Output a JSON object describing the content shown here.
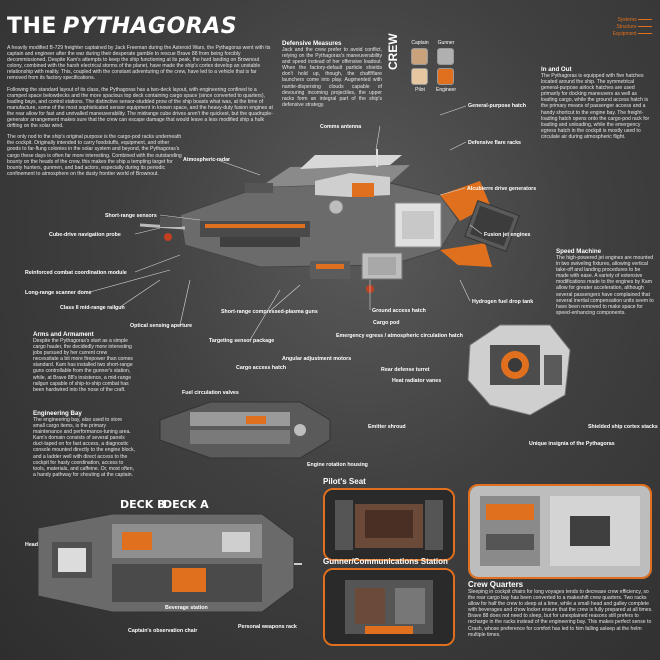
{
  "title": {
    "the": "THE",
    "name": "PYTHAGORAS"
  },
  "legend": {
    "items": [
      {
        "label": "Systems",
        "color": "#e0701d"
      },
      {
        "label": "Structure",
        "color": "#e0701d"
      },
      {
        "label": "Equipment",
        "color": "#e0701d"
      }
    ]
  },
  "intro": {
    "p1": "A heavily modified B-729 freighter captained by Jack Freeman during the Asteroid Wars, the Pythagoras went with its captain and engineer after the war during their desperate gamble to rescue Brave 88 from being forcibly decommissioned. Despite Kam's attempts to keep the ship functioning at its peak, the hard landing on Brownout colony, combined with the harsh electrical storms of the planet, have made the ship's cortex develop an unstable relationship with reality. This, coupled with the constant adventuring of the crew, have led to a vehicle that is far removed from its factory specifications.",
    "p2": "Following the standard layout of its class, the Pythagoras has a two-deck layout, with engineering confined to a cramped space belowdecks and the more spacious top deck containing cargo space (since converted to quarters), loading bays, and control stations. The distinctive sensor-studded prow of the ship boasts what was, at the time of manufacture, some of the most sophisticated sensor equipment in known space, and the heavy-duty fusion engines at the rear allow for fast and unrivalled maneuverability. The midrange cube drives aren't the quickest, but the quadruple-generator arrangement makes sure that the crew can escape damage that would leave a less modified ship a hulk drifting on the solar wind.",
    "p3": "The only nod to the ship's original purpose is the cargo-pod racks underneath the cockpit. Originally intended to carry foodstuffs, equipment, and other goods to far-flung colonies in the solar system and beyond, the Pythagoras's cargo these days is often far more interesting. Combined with the outstanding bounty on the heads of the crew, this makes the ship a tempting target for bounty hunters, gunmen, and bad actors, especially during its periodic confinement to atmosphere on the dusty frontier world of Brownout."
  },
  "defensive": {
    "heading": "Defensive Measures",
    "body": "Jack and the crew prefer to avoid conflict, relying on the Pythagoras's maneuverability and speed instead of her offensive loadout. When the factory-default particle shields don't hold up, though, the chaff/flare launchers come into play. Augmented with nanite-dispersing clouds capable of devouring incoming projectiles, the upper racks form an integral part of the ship's defensive strategy."
  },
  "crew": {
    "label": "CREW",
    "members": [
      {
        "role": "Captain",
        "icon": "captain-face-icon"
      },
      {
        "role": "Gunner",
        "icon": "gunner-face-icon"
      },
      {
        "role": "Pilot",
        "icon": "pilot-face-icon"
      },
      {
        "role": "Engineer",
        "icon": "engineer-face-icon"
      }
    ]
  },
  "in_out": {
    "heading": "In and Out",
    "body": "The Pythagoras is equipped with five hatches located around the ship. The symmetrical general-purpose airlock hatches are used primarily for docking maneuvers as well as loading cargo, while the ground access hatch is the primary means of passenger access and a handy shortcut to the engine bay. The freight-loading hatch opens onto the cargo-pod rack for loading and unloading, while the emergency egress hatch in the cockpit is mostly used to circulate air during atmospheric flight."
  },
  "speed": {
    "heading": "Speed Machine",
    "body": "The high-powered jet engines are mounted in two swiveling fixtures, allowing vertical take-off and landing procedures to be made with ease. A variety of extensive modifications made to the engines by Kam allow for greater acceleration, although several passengers have complained that several inertial compensation units seem to have been removed to make space for speed-enhancing components."
  },
  "arms": {
    "heading": "Arms and Armament",
    "body": "Despite the Pythagoras's start as a simple cargo hauler, the decidedly more interesting jobs pursued by her current crew necessitate a bit more firepower than comes standard. Kam has installed two short-range guns controllable from the gunner's station, while, at Brave 88's insistence, a mid-range railgun capable of ship-to-ship combat has been hardwired into the nose of the craft."
  },
  "engineering": {
    "heading": "Engineering Bay",
    "body": "The engineering bay, also used to store small cargo items, is the primary maintenance and performance-tuning area. Kam's domain consists of several panels duct-taped on for fast access, a diagnostic console mounted directly to the engine block, and a ladder well with direct access to the cockpit for hasty coordination, access to tools, materials, and caffeine. Or, most often, a handy pathway for shouting at the captain."
  },
  "callouts": {
    "comms_antenna": "Comms antenna",
    "general_hatch": "General-purpose hatch",
    "defensive_flare": "Defensive flare racks",
    "atmospheric_radar": "Atmospheric radar",
    "alcubierre": "Alcubierre drive generators",
    "short_range_sensors": "Short-range sensors",
    "cube_drive": "Cube-drive navigation probe",
    "fusion_jet": "Fusion jet engines",
    "reinforced_combat": "Reinforced combat coordination module",
    "long_range_scanner": "Long-range scanner dome",
    "class2_railgun": "Class II mid-range railgun",
    "hydrogen_tank": "Hydrogen fuel drop tank",
    "ground_access": "Ground access hatch",
    "compressed_plasma": "Short-range compressed-plasma guns",
    "cargo_pod": "Cargo pod",
    "optical_sensing": "Optical sensing aperture",
    "emergency_egress": "Emergency egress / atmospheric circulation hatch",
    "targeting_sensor": "Targeting sensor package",
    "angular_adjust": "Angular adjustment motors",
    "cargo_access": "Cargo access hatch",
    "rear_defense": "Rear defense turret",
    "fuel_circulation": "Fuel circulation valves",
    "heat_radiator": "Heat radiator vanes",
    "emitter_shroud": "Emitter shroud",
    "shielded_ship_cortex": "Shielded ship cortex stacks",
    "unique_insignia": "Unique insignia of the Pythagoras",
    "engine_rotation": "Engine rotation housing",
    "head": "Head",
    "beverage_station": "Beverage station",
    "personal_weapons": "Personal weapons rack",
    "captains_chair": "Captain's observation chair"
  },
  "decks": {
    "deck_b": "DECK B",
    "deck_a": "DECK A"
  },
  "pilots_seat": {
    "title": "Pilot's Seat"
  },
  "gunner_station": {
    "title": "Gunner/Communications Station"
  },
  "crew_quarters": {
    "title": "Crew Quarters",
    "body": "Sleeping in cockpit chairs for long voyages tends to decrease crew efficiency, so the rear cargo bay has been converted to a makeshift crew quarters. Two racks allow for half the crew to sleep at a time, while a small head and galley complete with beverages and chow locker ensure that the crew is fully prepared at all times. Brave 88 does not need to sleep, but for unexplained reasons still prefers to recharge in the racks instead of the engineering bay. This makes perfect sense to Crash, whose preference for comfort has led to him falling asleep at the helm multiple times."
  }
}
